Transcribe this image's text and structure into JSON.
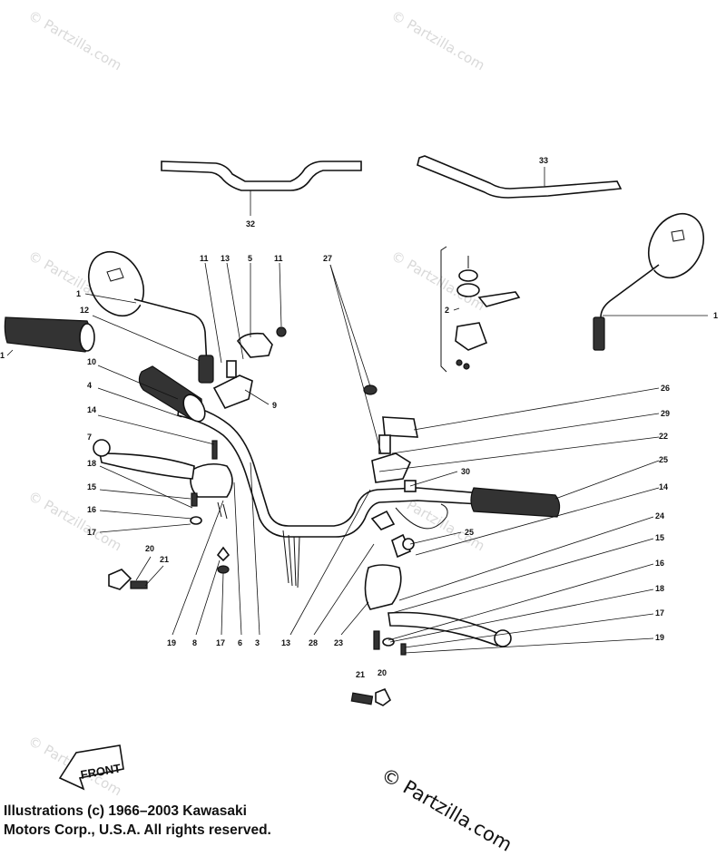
{
  "watermark": "© Partzilla.com",
  "footer_watermark": "© Partzilla.com",
  "copyright": {
    "line1": "Illustrations (c) 1966–2003 Kawasaki",
    "line2": "Motors Corp., U.S.A.  All rights reserved."
  },
  "front_label": "FRONT",
  "callouts": [
    "1",
    "1",
    "1",
    "2",
    "3",
    "4",
    "5",
    "6",
    "7",
    "8",
    "9",
    "10",
    "11",
    "11",
    "12",
    "13",
    "13",
    "14",
    "14",
    "15",
    "15",
    "16",
    "16",
    "17",
    "17",
    "17",
    "18",
    "18",
    "19",
    "19",
    "20",
    "20",
    "21",
    "21",
    "22",
    "23",
    "24",
    "25",
    "25",
    "26",
    "27",
    "28",
    "29",
    "30",
    "32",
    "33"
  ]
}
